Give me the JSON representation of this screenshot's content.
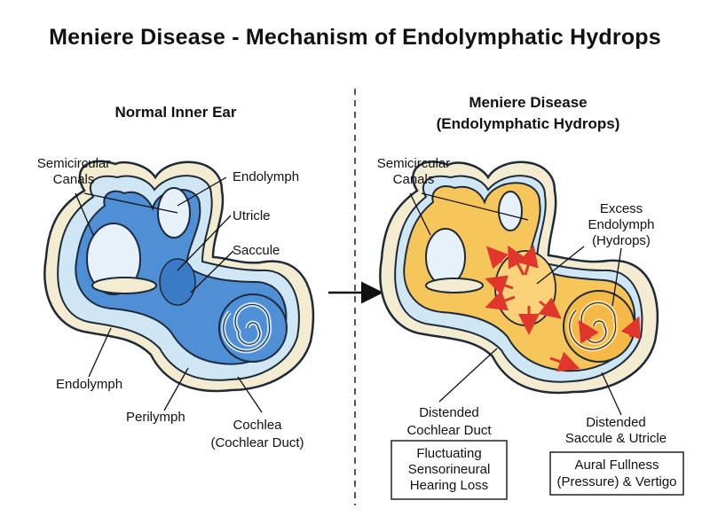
{
  "title": "Meniere Disease - Mechanism of Endolymphatic Hydrops",
  "left_panel": {
    "heading": "Normal Inner Ear",
    "labels": {
      "semicircular_canals": [
        "Semicircular",
        "Canals"
      ],
      "endolymph_top": "Endolymph",
      "utricle": "Utricle",
      "saccule": "Saccule",
      "endolymph_bottom": "Endolymph",
      "perilymph": "Perilymph",
      "cochlea": [
        "Cochlea",
        "(Cochlear Duct)"
      ]
    }
  },
  "right_panel": {
    "heading": [
      "Meniere Disease",
      "(Endolymphatic Hydrops)"
    ],
    "labels": {
      "semicircular_canals": [
        "Semicircular",
        "Canals"
      ],
      "excess_endolymph": [
        "Excess",
        "Endolymph",
        "(Hydrops)"
      ],
      "distended_cochlear_duct": [
        "Distended",
        "Cochlear Duct"
      ],
      "distended_saccule_utricle": [
        "Distended",
        "Saccule & Utricle"
      ]
    },
    "symptom_boxes": [
      [
        "Fluctuating",
        "Sensorineural",
        "Hearing Loss"
      ],
      [
        "Aural Fullness",
        "(Pressure) & Vertigo"
      ]
    ]
  },
  "colors": {
    "normal_endolymph": "#4f8fd6",
    "perilymph": "#cfe6f5",
    "bone": "#f3ecd0",
    "outline": "#1e2a3a",
    "hydrops_endolymph": "#f7c65a",
    "pressure_arrow": "#e0362c"
  }
}
